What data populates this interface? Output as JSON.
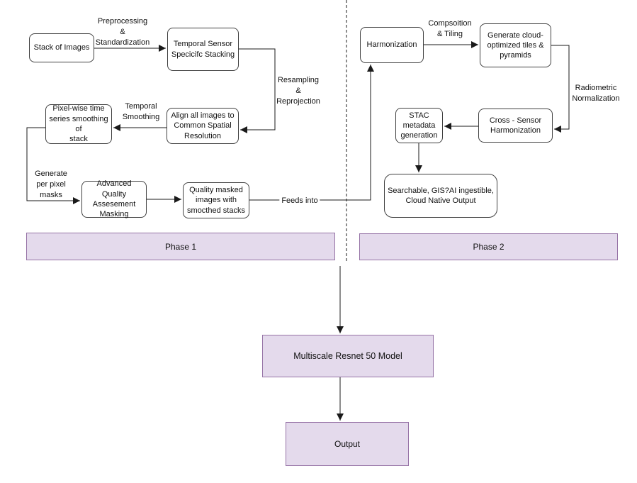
{
  "nodes": {
    "stack_of_images": {
      "label": "Stack of Images"
    },
    "temporal_sensor": {
      "label": "Temporal Sensor\nSpecicifc Stacking"
    },
    "align_images": {
      "label": "Align all images to\nCommon Spatial\nResolution"
    },
    "pixel_wise": {
      "label": "Pixel-wise time\nseries smoothing of\nstack"
    },
    "advanced_quality": {
      "label": "Advanced Quality\nAssesement\nMasking"
    },
    "quality_masked": {
      "label": "Quality masked\nimages with\nsmocthed stacks"
    },
    "harmonization": {
      "label": "Harmonization"
    },
    "generate_tiles": {
      "label": "Generate cloud-\noptimized tiles &\npyramids"
    },
    "cross_sensor": {
      "label": "Cross - Sensor\nHarmonization"
    },
    "stac_metadata": {
      "label": "STAC\nmetadata\ngeneration"
    },
    "searchable_output": {
      "label": "Searchable, GIS?AI ingestible,\nCloud Native Output"
    },
    "phase1": {
      "label": "Phase 1"
    },
    "phase2": {
      "label": "Phase 2"
    },
    "multiscale_model": {
      "label": "Multiscale Resnet 50 Model"
    },
    "output": {
      "label": "Output"
    }
  },
  "edge_labels": {
    "preprocessing": "Preprocessing\n&\nStandardization",
    "resampling": "Resampling\n&\nReprojection",
    "temporal_smoothing": "Temporal\nSmoothing",
    "generate_masks": "Generate\nper pixel\nmasks",
    "feeds_into": "Feeds into",
    "composition_tiling": "Compsoition\n& Tiling",
    "radiometric_normalization": "Radiometric\nNormalization"
  },
  "colors": {
    "phase_fill": "#e4daec",
    "phase_border": "#9673a6",
    "node_border": "#404040",
    "line": "#1a1a1a"
  }
}
